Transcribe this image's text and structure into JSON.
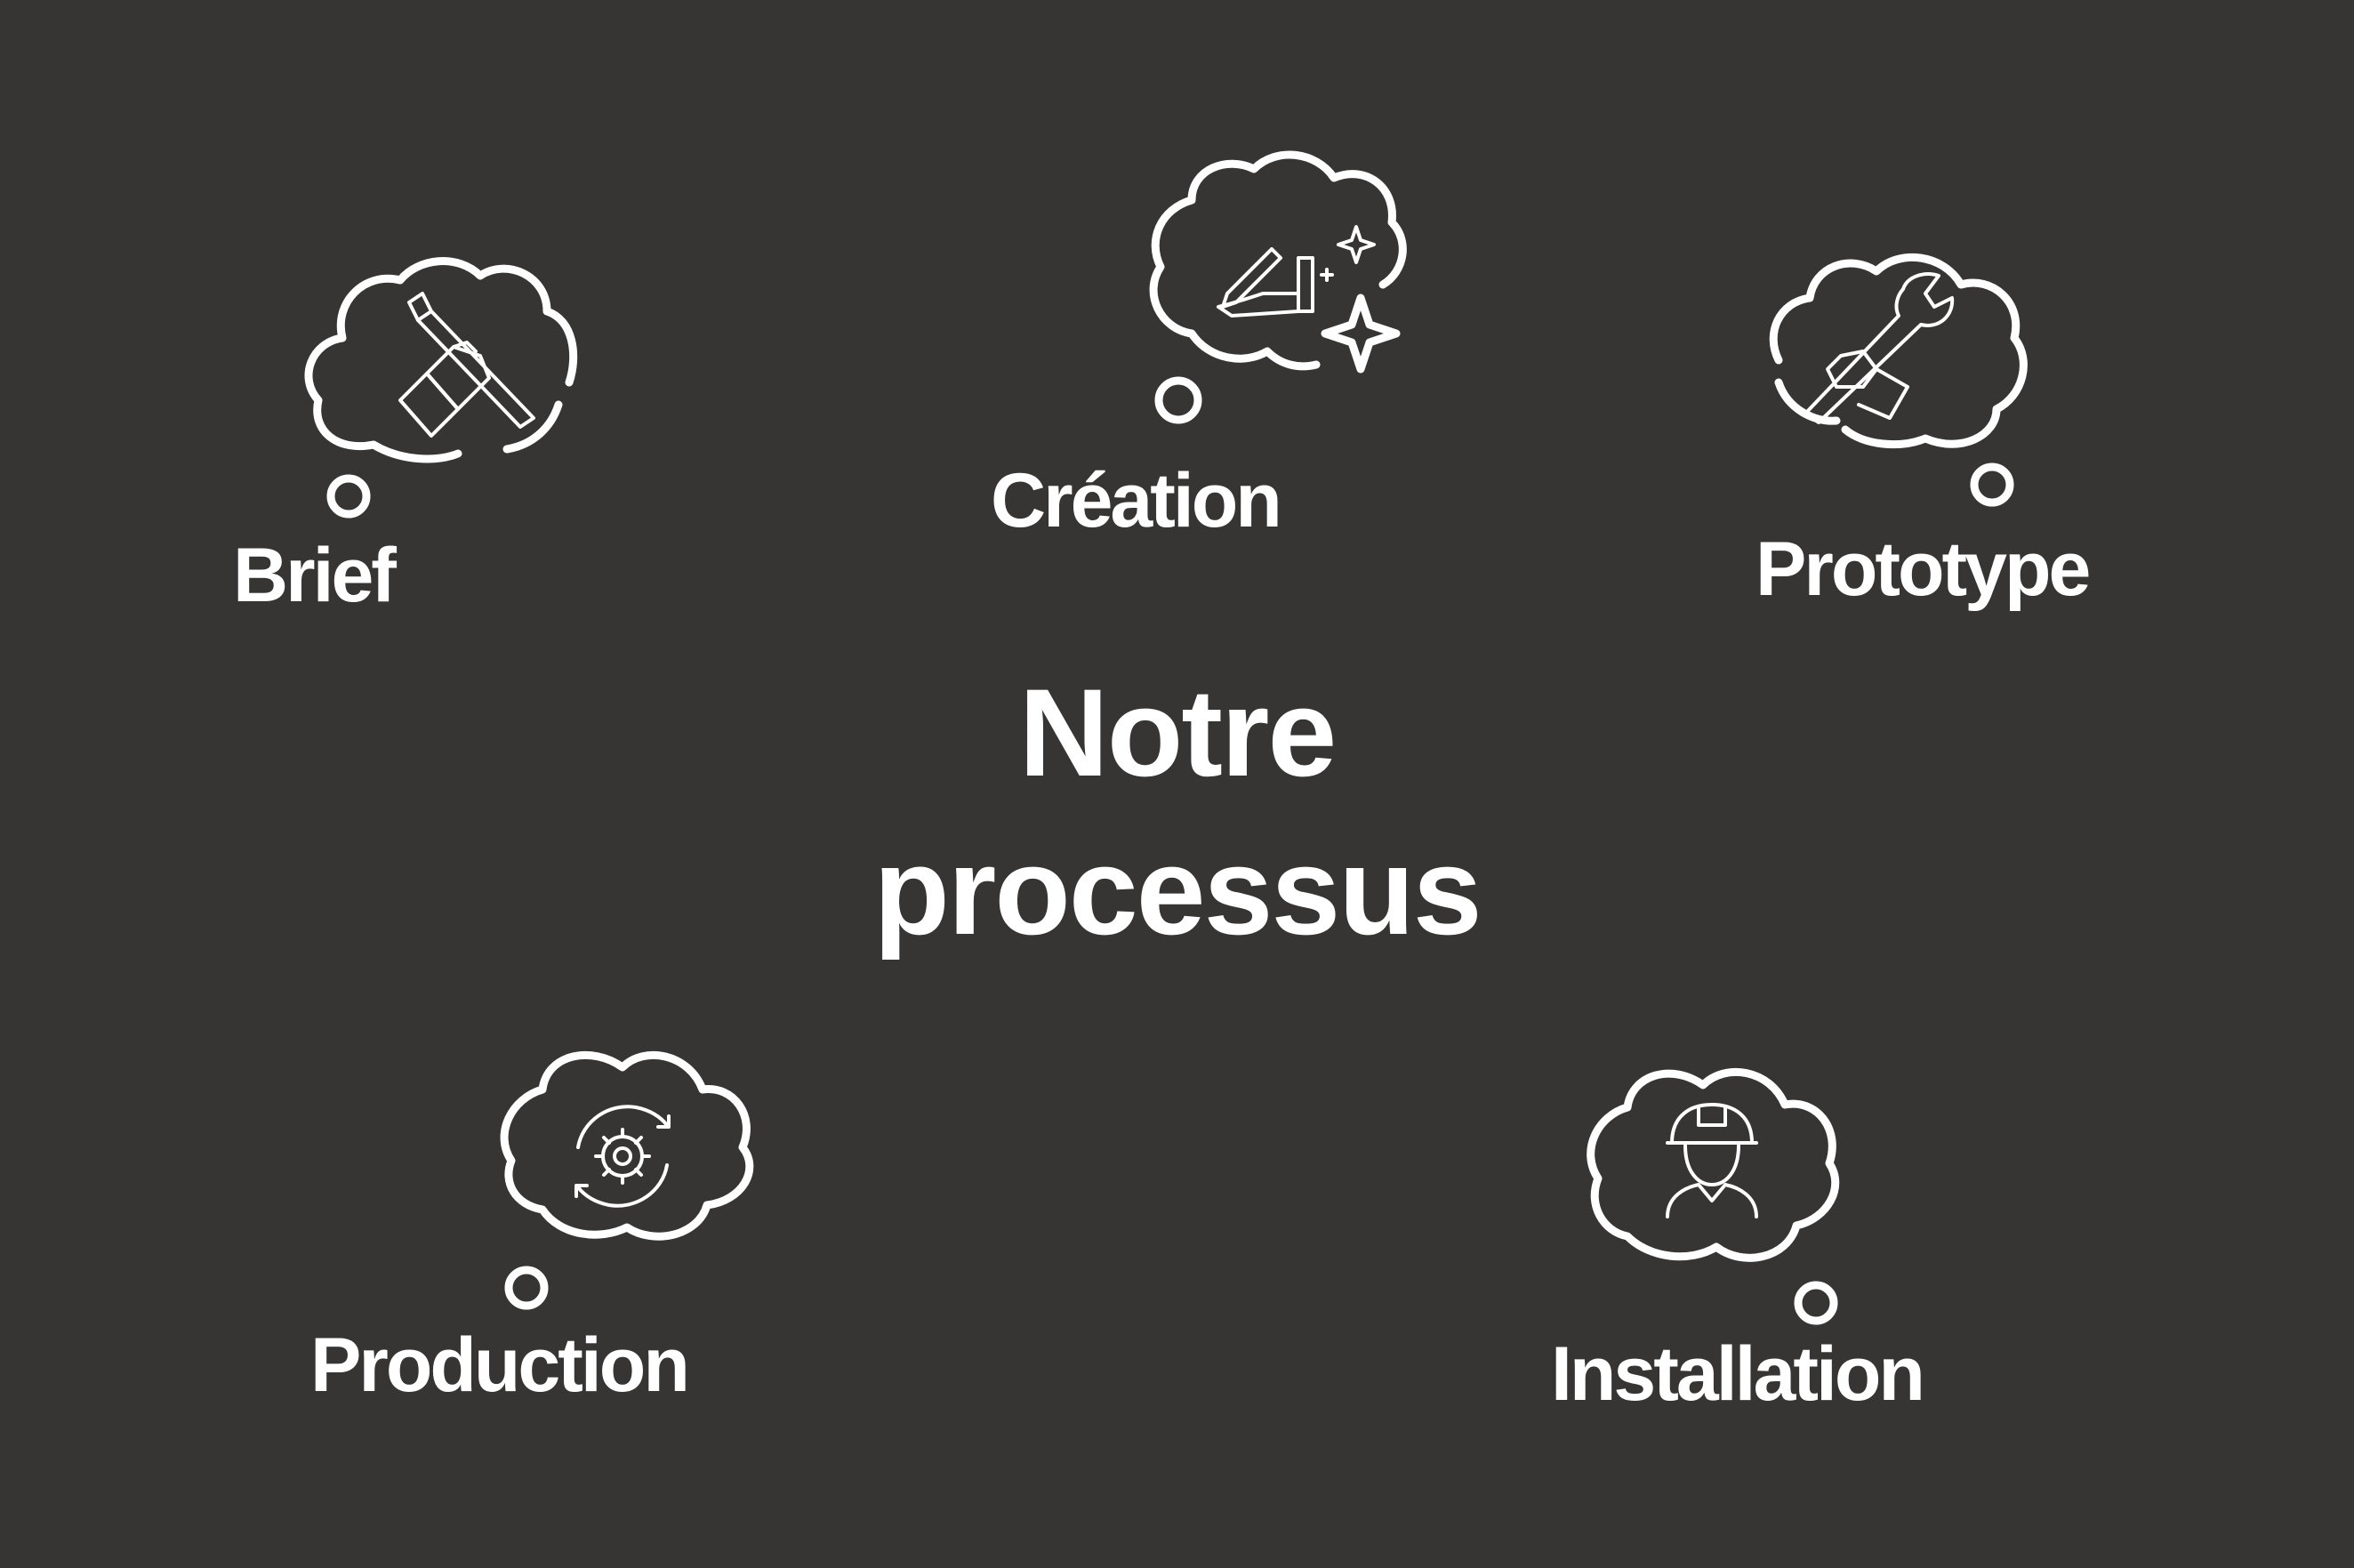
{
  "title": {
    "line1": "Notre",
    "line2": "processus"
  },
  "steps": [
    {
      "label": "Brief",
      "icon": "hand-holding-pencil-icon"
    },
    {
      "label": "Création",
      "icon": "hand-drawing-sparkles-icon"
    },
    {
      "label": "Prototype",
      "icon": "hand-holding-wrench-icon"
    },
    {
      "label": "Production",
      "icon": "gear-cycle-icon"
    },
    {
      "label": "Installation",
      "icon": "worker-hard-hat-icon"
    }
  ],
  "colors": {
    "background": "#363534",
    "foreground": "#ffffff"
  }
}
